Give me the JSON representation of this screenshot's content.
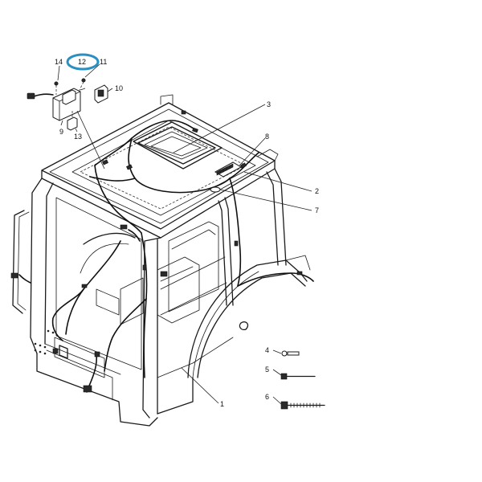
{
  "diagram": {
    "highlight_color": "#2a8fc1",
    "highlighted_callout": "12",
    "callouts": [
      {
        "id": "c1",
        "label": "1"
      },
      {
        "id": "c2",
        "label": "2"
      },
      {
        "id": "c3",
        "label": "3"
      },
      {
        "id": "c4",
        "label": "4"
      },
      {
        "id": "c5",
        "label": "5"
      },
      {
        "id": "c6",
        "label": "6"
      },
      {
        "id": "c7",
        "label": "7"
      },
      {
        "id": "c8",
        "label": "8"
      },
      {
        "id": "c9",
        "label": "9"
      },
      {
        "id": "c10",
        "label": "10"
      },
      {
        "id": "c11",
        "label": "11"
      },
      {
        "id": "c12",
        "label": "12"
      },
      {
        "id": "c13",
        "label": "13"
      },
      {
        "id": "c14",
        "label": "14"
      }
    ]
  }
}
